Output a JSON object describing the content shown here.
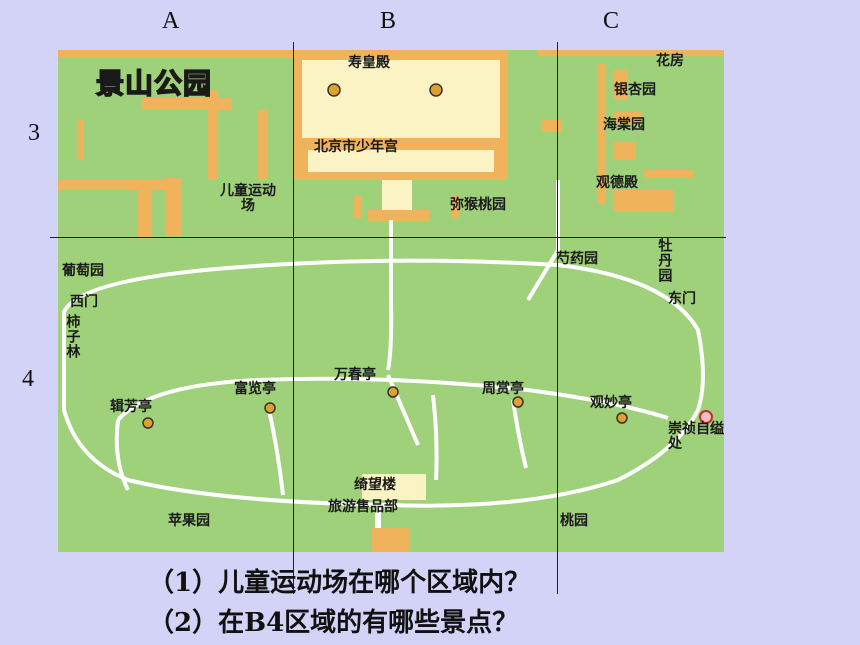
{
  "columns": [
    "A",
    "B",
    "C"
  ],
  "rows": [
    "3",
    "4"
  ],
  "map": {
    "title": "景山公园",
    "places": {
      "shouhuangdian": "寿皇殿",
      "youth_palace": "北京市少年宫",
      "kids_sports": "儿童运动场",
      "mihou_taoyuan": "弥猴桃园",
      "huafang": "花房",
      "yinxingyuan": "银杏园",
      "haitangyuan": "海棠园",
      "guandedian": "观德殿",
      "shaoyaoyuan": "芍药园",
      "mudanyuan": "牡丹园",
      "putaoyuan": "葡萄园",
      "ximen": "西门",
      "shiziline": "柿子林",
      "dongmen": "东门",
      "jifangting": "辑芳亭",
      "fulanting": "富览亭",
      "wanchunting": "万春亭",
      "zhoushangting": "周赏亭",
      "guanmiaoting": "观妙亭",
      "chongzhen": "崇祯自缢处",
      "qiwanglou": "绮望楼",
      "ticket": "旅游售品部",
      "pingguoyuan": "苹果园",
      "taoyuan": "桃园"
    }
  },
  "questions": [
    "（1）儿童运动场在哪个区域内？",
    "（2）在B4区域的有哪些景点？"
  ],
  "colors": {
    "background": "#d3d3f8",
    "park_green": "#9fd07a",
    "wall_orange": "#f0b25a",
    "courtyard": "#fbf3c4",
    "path": "#ffffff"
  }
}
